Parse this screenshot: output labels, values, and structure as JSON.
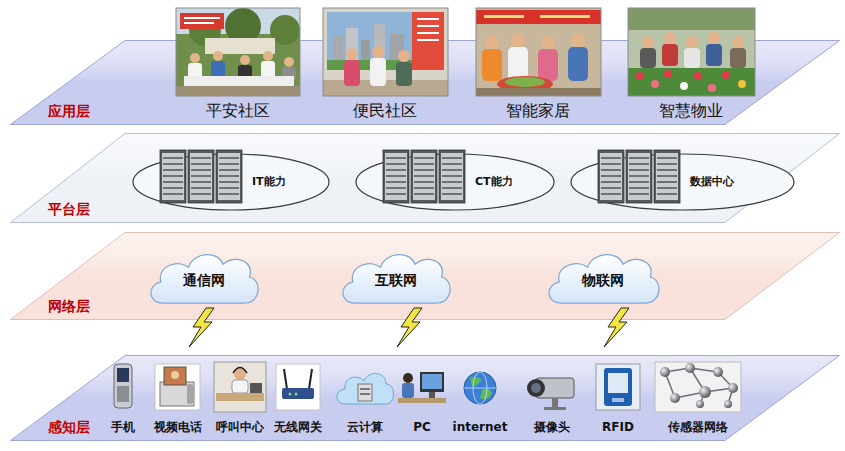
{
  "diagram": {
    "nodes": [
      {
        "text": [
          "应用层"
        ]
      },
      {
        "text": [
          "平台层"
        ]
      },
      {
        "text": [
          "IT能力"
        ],
        "in": 1
      },
      {
        "text": [
          "CT能力"
        ],
        "in": 1
      },
      {
        "text": [
          "数据中心"
        ],
        "in": 1
      },
      {
        "text": [
          "网络层"
        ]
      },
      {
        "text": [
          "通信网"
        ],
        "in": 5
      },
      {
        "text": [
          "互联网"
        ],
        "in": 5
      },
      {
        "text": [
          "物联网"
        ],
        "in": 5
      },
      {
        "text": [
          "感知层"
        ]
      }
    ],
    "labels": [
      "平安社区",
      "便民社区",
      "智能家居",
      "智慧物业",
      "手机",
      "视频电话",
      "呼叫中心",
      "无线网关",
      "云计算",
      "PC",
      "internet",
      "摄像头",
      "RFID",
      "传感器网络"
    ]
  }
}
